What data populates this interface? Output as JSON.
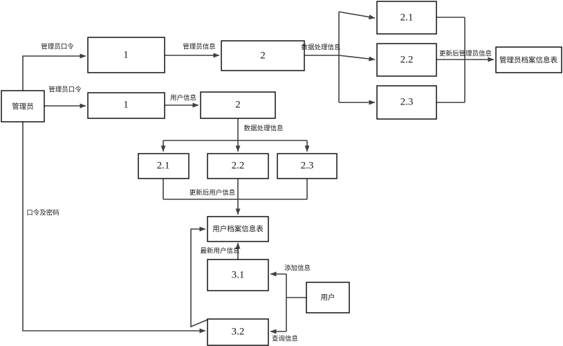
{
  "diagram": {
    "title": "",
    "type": "data-flow-diagram",
    "colors": {
      "background": "#ffffff",
      "box_stroke": "#000000",
      "edge_stroke": "#3f3f3f",
      "text": "#1a1a1a"
    },
    "nodes": {
      "admin_entity": "管理员",
      "admin_proc_1": "1",
      "admin_proc_2": "2",
      "admin_proc_2_1": "2.1",
      "admin_proc_2_2": "2.2",
      "admin_proc_2_3": "2.3",
      "admin_store": "管理员档案信息表",
      "user_proc_1": "1",
      "user_proc_2": "2",
      "user_proc_2_1": "2.1",
      "user_proc_2_2": "2.2",
      "user_proc_2_3": "2.3",
      "user_store": "用户档案信息表",
      "user_proc_3_1": "3.1",
      "user_proc_3_2": "3.2",
      "user_entity": "用户"
    },
    "flows": {
      "admin_password_top": "管理员口令",
      "admin_info": "管理员信息",
      "admin_data_process": "数据处理信息",
      "admin_updated_info": "更新后管理员信息",
      "admin_password_mid": "管理员口令",
      "user_info": "用户信息",
      "user_data_process": "数据处理信息",
      "user_updated_info": "更新后用户信息",
      "latest_user_info": "最新用户信息",
      "password_and_secret": "口令及密码",
      "add_info": "添加信息",
      "query_info": "查询信息"
    }
  }
}
